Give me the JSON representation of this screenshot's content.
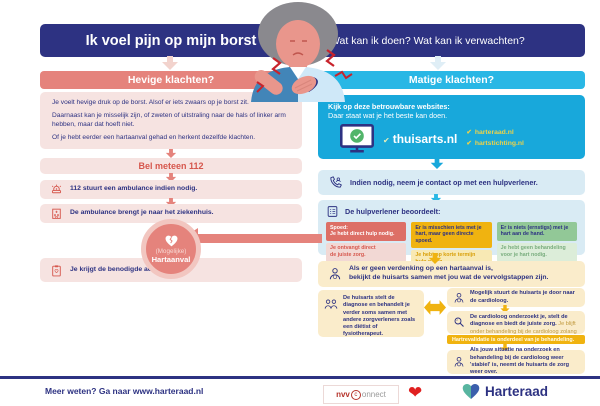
{
  "header": {
    "left_title": "Ik voel pijn op mijn borst",
    "right_title": "Wat kan ik doen? Wat kan ik verwachten?"
  },
  "left_column": {
    "title": "Hevige klachten?",
    "symptoms": [
      "Je voelt hevige druk op de borst. Alsof er iets zwaars op je borst zit.",
      "Daarnaast kan je misselijk zijn, of zweten of uitstraling naar de hals of linker arm hebben, maar dat hoeft niet.",
      "Of je hebt eerder een hartaanval gehad en herkent dezelfde klachten."
    ],
    "call_banner": "Bel meteen 112",
    "steps": [
      {
        "icon": "siren-icon",
        "text": "112 stuurt een ambulance indien nodig."
      },
      {
        "icon": "hospital-icon",
        "text": "De ambulance brengt je naar het ziekenhuis."
      }
    ],
    "badge": {
      "line1": "(Mogelijke)",
      "line2": "Hartaanval"
    },
    "outcome": {
      "icon": "clipboard-icon",
      "text": "Je krijgt de benodigde acute hulp."
    }
  },
  "right_column": {
    "title": "Matige klachten?",
    "websites_box": {
      "line1": "Kijk op deze betrouwbare websites:",
      "line2": "Daar staat wat je het beste kan doen.",
      "primary_site": "thuisarts.nl",
      "secondary_sites": [
        "harteraad.nl",
        "hartstichting.nl"
      ]
    },
    "contact_step": "Indien nodig, neem je contact op met een hulpverlener.",
    "assessment": {
      "title": "De hulpverlener beoordeelt:",
      "options": [
        {
          "label": "Spoed:\nJe hebt direct hulp nodig.",
          "sub": "Je ontvangt direct\nde juiste zorg."
        },
        {
          "label": "Er is misschien iets met je hart, maar geen directe spoed.",
          "sub": "Je hebt op korte termijn hulp nodig."
        },
        {
          "label": "Er is niets (ernstigs) met je hart aan de hand.",
          "sub": "Je hebt geen behandeling voor je hart nodig."
        }
      ]
    },
    "huisarts_step": "Als er geen verdenking op een hartaanval is,\nbekijkt de huisarts samen met jou wat de vervolgstappen zijn.",
    "huisarts_diagnose": "De huisarts stelt de diagnose en behandelt je verder soms samen met andere zorgverleners zoals een diëtist of fysiotherapeut.",
    "cardioloog_referral": "Mogelijk stuurt de huisarts je door naar de cardioloog.",
    "cardioloog_onderzoek_bold": "De cardioloog onderzoekt je, stelt de diagnose en biedt de juiste zorg.",
    "cardioloog_onderzoek_rest": "Je blijft onder behandeling bij de cardioloog zolang dat nodig is.",
    "hartrevalidatie": "Hartrevalidatie is onderdeel van je behandeling.",
    "stabiel": "Als jouw situatie na onderzoek en behandeling bij de cardioloog weer 'stabiel' is, neemt de huisarts de zorg weer over."
  },
  "footer": {
    "more_info": "Meer weten? Ga naar www.harteraad.nl",
    "nvvc_logo": {
      "part1": "nvv",
      "part2": "c",
      "part3": "onnect"
    },
    "harteraad_logo": "Harteraad"
  },
  "colors": {
    "dark_blue": "#2d3282",
    "salmon": "#e5837c",
    "pink_box": "#f6e3e1",
    "red_text": "#d6574d",
    "cyan": "#29b7e5",
    "cyan_deep": "#18a8db",
    "light_blue_box": "#d9ebf4",
    "cream_box": "#faeccb",
    "gold": "#f0b310",
    "assess_red": "#dd6f66",
    "assess_yellow": "#f0b310",
    "assess_green": "#92c897"
  }
}
